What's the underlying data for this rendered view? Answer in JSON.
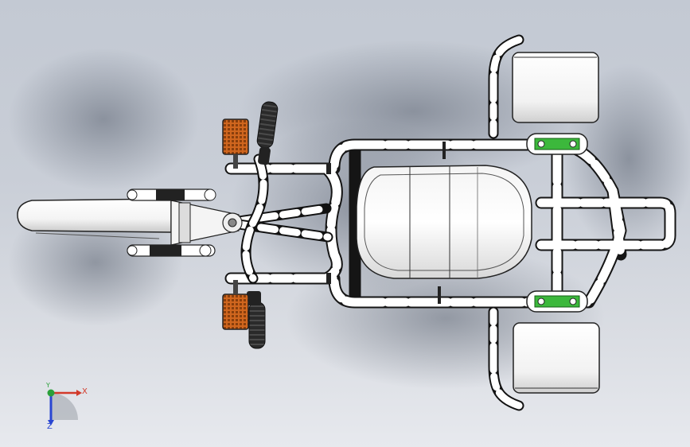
{
  "viewport": {
    "background_top": "#c3c9d3",
    "background_bottom": "#e7e9ee",
    "model": "trike-top-view",
    "tube_color": "#ffffff",
    "tube_stripe_color": "#1a1a1a",
    "pedal_color": "#d0661e",
    "brake_caliper_color": "#3cb83c"
  },
  "triad": {
    "x_label": "X",
    "y_label": "Y",
    "z_label": "Z",
    "x_color": "#d23a2a",
    "y_color": "#2aa03a",
    "z_color": "#2a46d2"
  }
}
